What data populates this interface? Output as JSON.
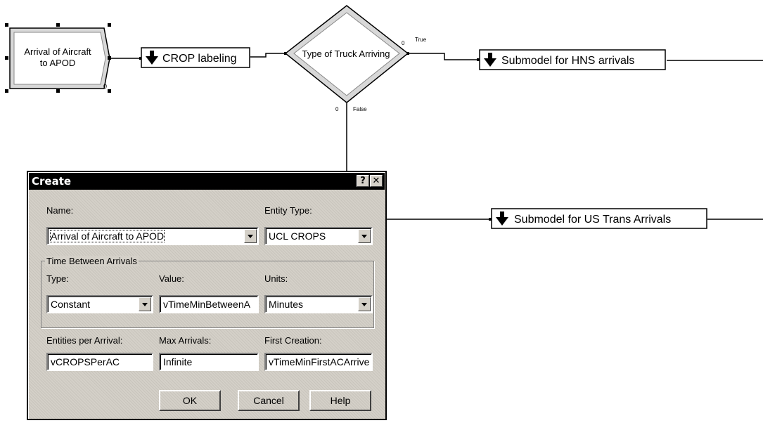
{
  "flowchart": {
    "create_module": {
      "line1": "Arrival of Aircraft",
      "line2": "to APOD",
      "counter": "0"
    },
    "process_crop": {
      "label": "CROP labeling"
    },
    "decide": {
      "label": "Type of Truck Arriving",
      "true_label": "True",
      "false_label": "False",
      "true_counter": "0",
      "false_counter": "0"
    },
    "submodel_hns": {
      "label": "Submodel for HNS arrivals"
    },
    "submodel_us": {
      "label": "Submodel for US Trans Arrivals"
    }
  },
  "dialog": {
    "title": "Create",
    "help_icon_text": "?",
    "close_icon_text": "✕",
    "name": {
      "label": "Name:",
      "value": "Arrival of Aircraft to APOD"
    },
    "entity_type": {
      "label": "Entity Type:",
      "value": "UCL CROPS"
    },
    "time_between": {
      "group_label": "Time Between Arrivals",
      "type": {
        "label": "Type:",
        "value": "Constant"
      },
      "value": {
        "label": "Value:",
        "value": "vTimeMinBetweenA"
      },
      "units": {
        "label": "Units:",
        "value": "Minutes"
      }
    },
    "entities_per_arrival": {
      "label": "Entities per Arrival:",
      "value": "vCROPSPerAC"
    },
    "max_arrivals": {
      "label": "Max Arrivals:",
      "value": "Infinite"
    },
    "first_creation": {
      "label": "First Creation:",
      "value": "vTimeMinFirstACArrive"
    },
    "buttons": {
      "ok": "OK",
      "cancel": "Cancel",
      "help": "Help"
    }
  }
}
